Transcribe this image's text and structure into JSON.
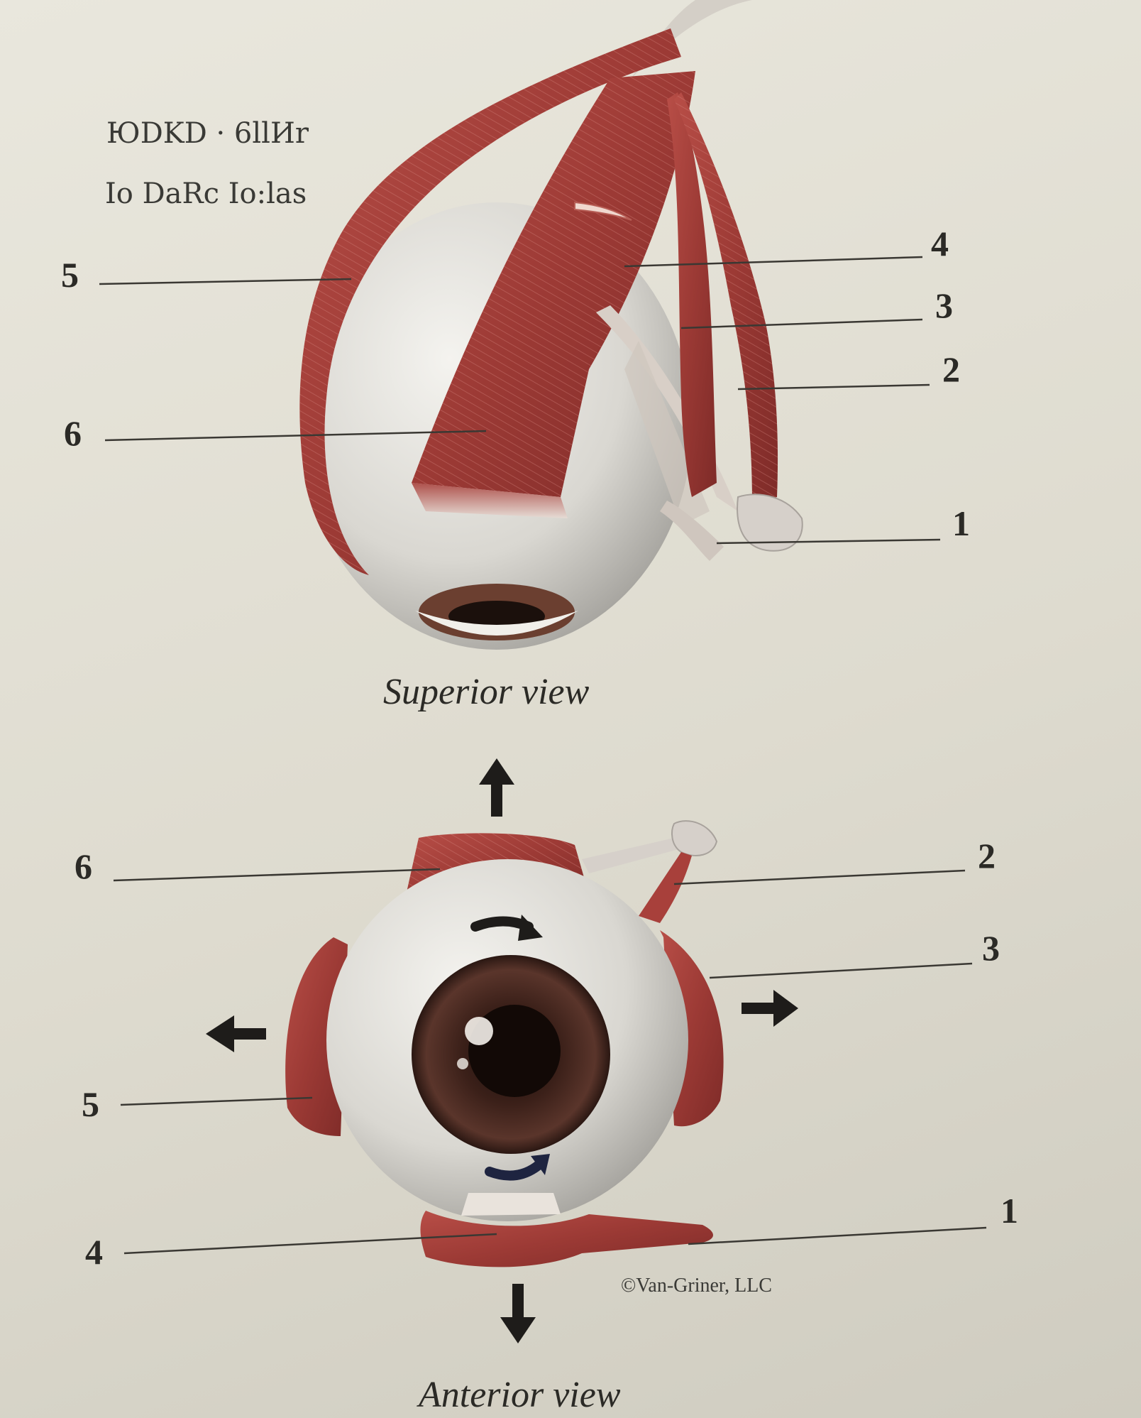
{
  "superior": {
    "caption": "Superior view",
    "labels": [
      "1",
      "2",
      "3",
      "4",
      "5",
      "6"
    ]
  },
  "anterior": {
    "caption": "Anterior view",
    "labels": [
      "1",
      "2",
      "3",
      "4",
      "5",
      "6"
    ]
  },
  "header_text": {
    "line1": "ЮDKD · 6llИr",
    "line2": "Io DaRc Io:las"
  },
  "copyright": "©Van-Griner, LLC",
  "colors": {
    "background": "#e4e1d6",
    "muscle": "#a8403b",
    "muscle_dark": "#7e2b28",
    "sclera": "#e6e4de",
    "iris": "#4a2a22",
    "arrow": "#1e1c1a",
    "curved_arrow": "#1e2440",
    "leader_line": "#3a3833"
  }
}
